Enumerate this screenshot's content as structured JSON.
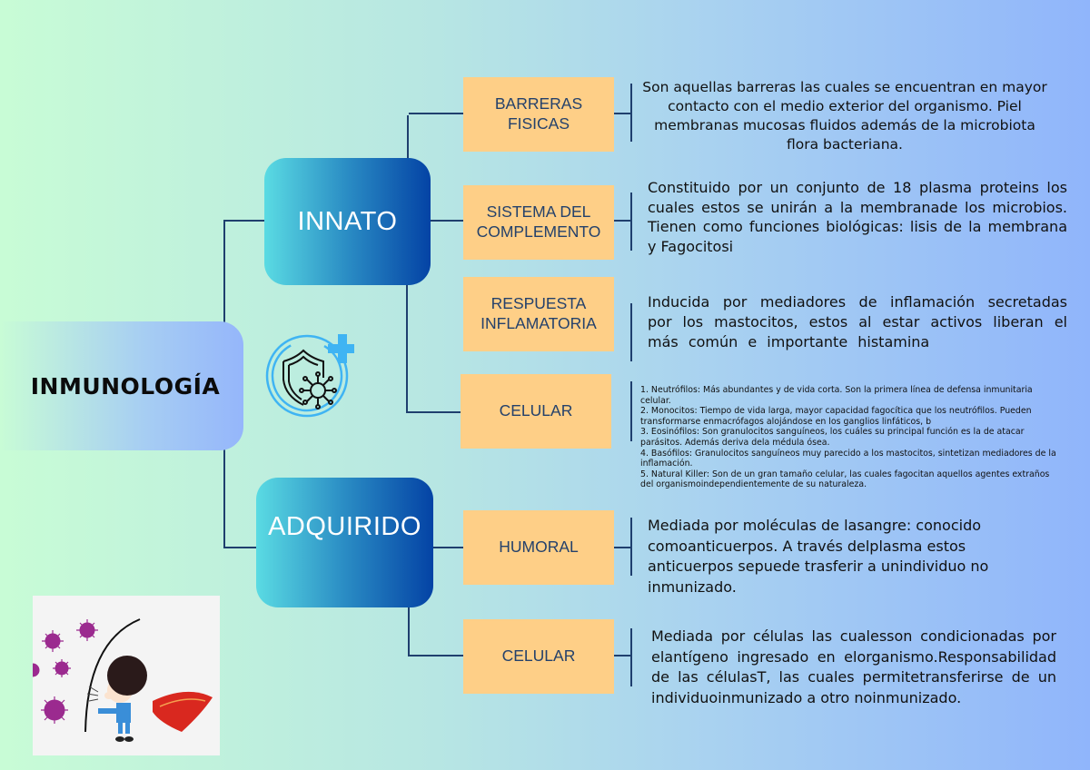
{
  "root": {
    "title": "INMUNOLOGÍA"
  },
  "icons": {
    "center_icon": "shield-virus-medical-icon",
    "illustration": "child-superhero-blocking-viruses-illustration"
  },
  "colors": {
    "background_left": "#c8fcd6",
    "background_right": "#90b5fb",
    "branch_gradient_start": "#5adbe3",
    "branch_gradient_end": "#0443a5",
    "node_fill": "#fecf87",
    "node_text": "#24416b",
    "connector": "#1f3f6e",
    "icon_blue": "#3fb4f3"
  },
  "branches": {
    "innato": {
      "title": "INNATO",
      "children": [
        {
          "label": "BARRERAS\nFISICAS",
          "description": "Son aquellas barreras las cuales se encuentran en mayor contacto con el medio exterior del organismo. Piel membranas mucosas fluidos además de la microbiota flora bacteriana."
        },
        {
          "label": "SISTEMA DEL\nCOMPLEMENTO",
          "description": "Constituido por un conjunto de 18 plasma proteins los cuales estos se unirán a la membranade los microbios. Tienen como funciones biológicas: lisis de la membrana y Fagocitosi"
        },
        {
          "label": "RESPUESTA\nINFLAMATORIA",
          "description": "Inducida por mediadores de inflamación secretadas por los mastocitos, estos al estar activos liberan el más común e importante histamina"
        },
        {
          "label": "CELULAR",
          "description_items": [
            "1. Neutrófilos: Más abundantes y de vida corta. Son la primera línea de defensa inmunitaria celular.",
            "2. Monocitos: Tiempo de vida larga, mayor capacidad fagocítica que los neutrófilos. Pueden transformarse enmacrófagos alojándose en los ganglios linfáticos, b",
            "3. Eosinófilos: Son granulocitos sanguíneos, los cuáles su principal función es la de atacar parásitos. Además deriva dela médula ósea.",
            "4. Basófilos: Granulocitos sanguíneos muy parecido a los mastocitos, sintetizan mediadores de la inflamación.",
            "5. Natural Killer: Son de un gran tamaño celular, las cuales fagocitan aquellos agentes extraños del organismoindependientemente de su naturaleza."
          ]
        }
      ]
    },
    "adquirido": {
      "title": "ADQUIRIDO",
      "children": [
        {
          "label": "HUMORAL",
          "description": "Mediada por moléculas de lasangre: conocido comoanticuerpos. A través delplasma estos anticuerpos sepuede trasferir a unindividuo no inmunizado."
        },
        {
          "label": "CELULAR",
          "description": "Mediada por células las cualesson condicionadas por elantígeno ingresado en elorganismo.Responsabilidad de las célulasT, las cuales permitetransferirse de un individuoinmunizado a otro noinmunizado."
        }
      ]
    }
  }
}
